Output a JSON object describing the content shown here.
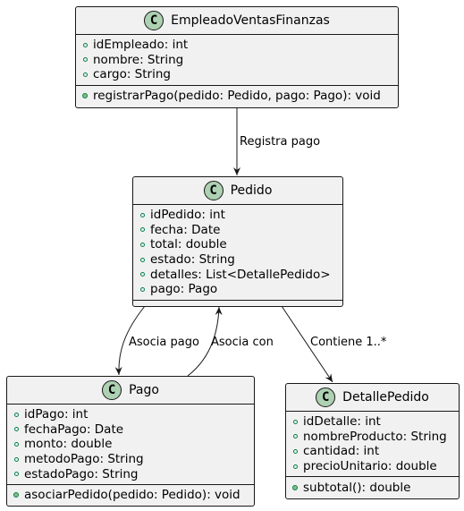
{
  "classes": {
    "empleado": {
      "badge": "C",
      "name": "EmpleadoVentasFinanzas",
      "attributes": [
        "idEmpleado: int",
        "nombre: String",
        "cargo: String"
      ],
      "methods": [
        "registrarPago(pedido: Pedido, pago: Pago): void"
      ]
    },
    "pedido": {
      "badge": "C",
      "name": "Pedido",
      "attributes": [
        "idPedido: int",
        "fecha: Date",
        "total: double",
        "estado: String",
        "detalles: List<DetallePedido>",
        "pago: Pago"
      ],
      "methods": []
    },
    "pago": {
      "badge": "C",
      "name": "Pago",
      "attributes": [
        "idPago: int",
        "fechaPago: Date",
        "monto: double",
        "metodoPago: String",
        "estadoPago: String"
      ],
      "methods": [
        "asociarPedido(pedido: Pedido): void"
      ]
    },
    "detalle": {
      "badge": "C",
      "name": "DetallePedido",
      "attributes": [
        "idDetalle: int",
        "nombreProducto: String",
        "cantidad: int",
        "precioUnitario: double"
      ],
      "methods": [
        "subtotal(): double"
      ]
    }
  },
  "relations": {
    "registra": "Registra pago",
    "asocia_pago": "Asocia pago",
    "asocia_con": "Asocia con",
    "contiene": "Contiene 1..*"
  },
  "colors": {
    "class_fill": "#f1f1f1",
    "border": "#181818",
    "badge_fill": "#add1b2",
    "visibility_marker": "#038048"
  }
}
